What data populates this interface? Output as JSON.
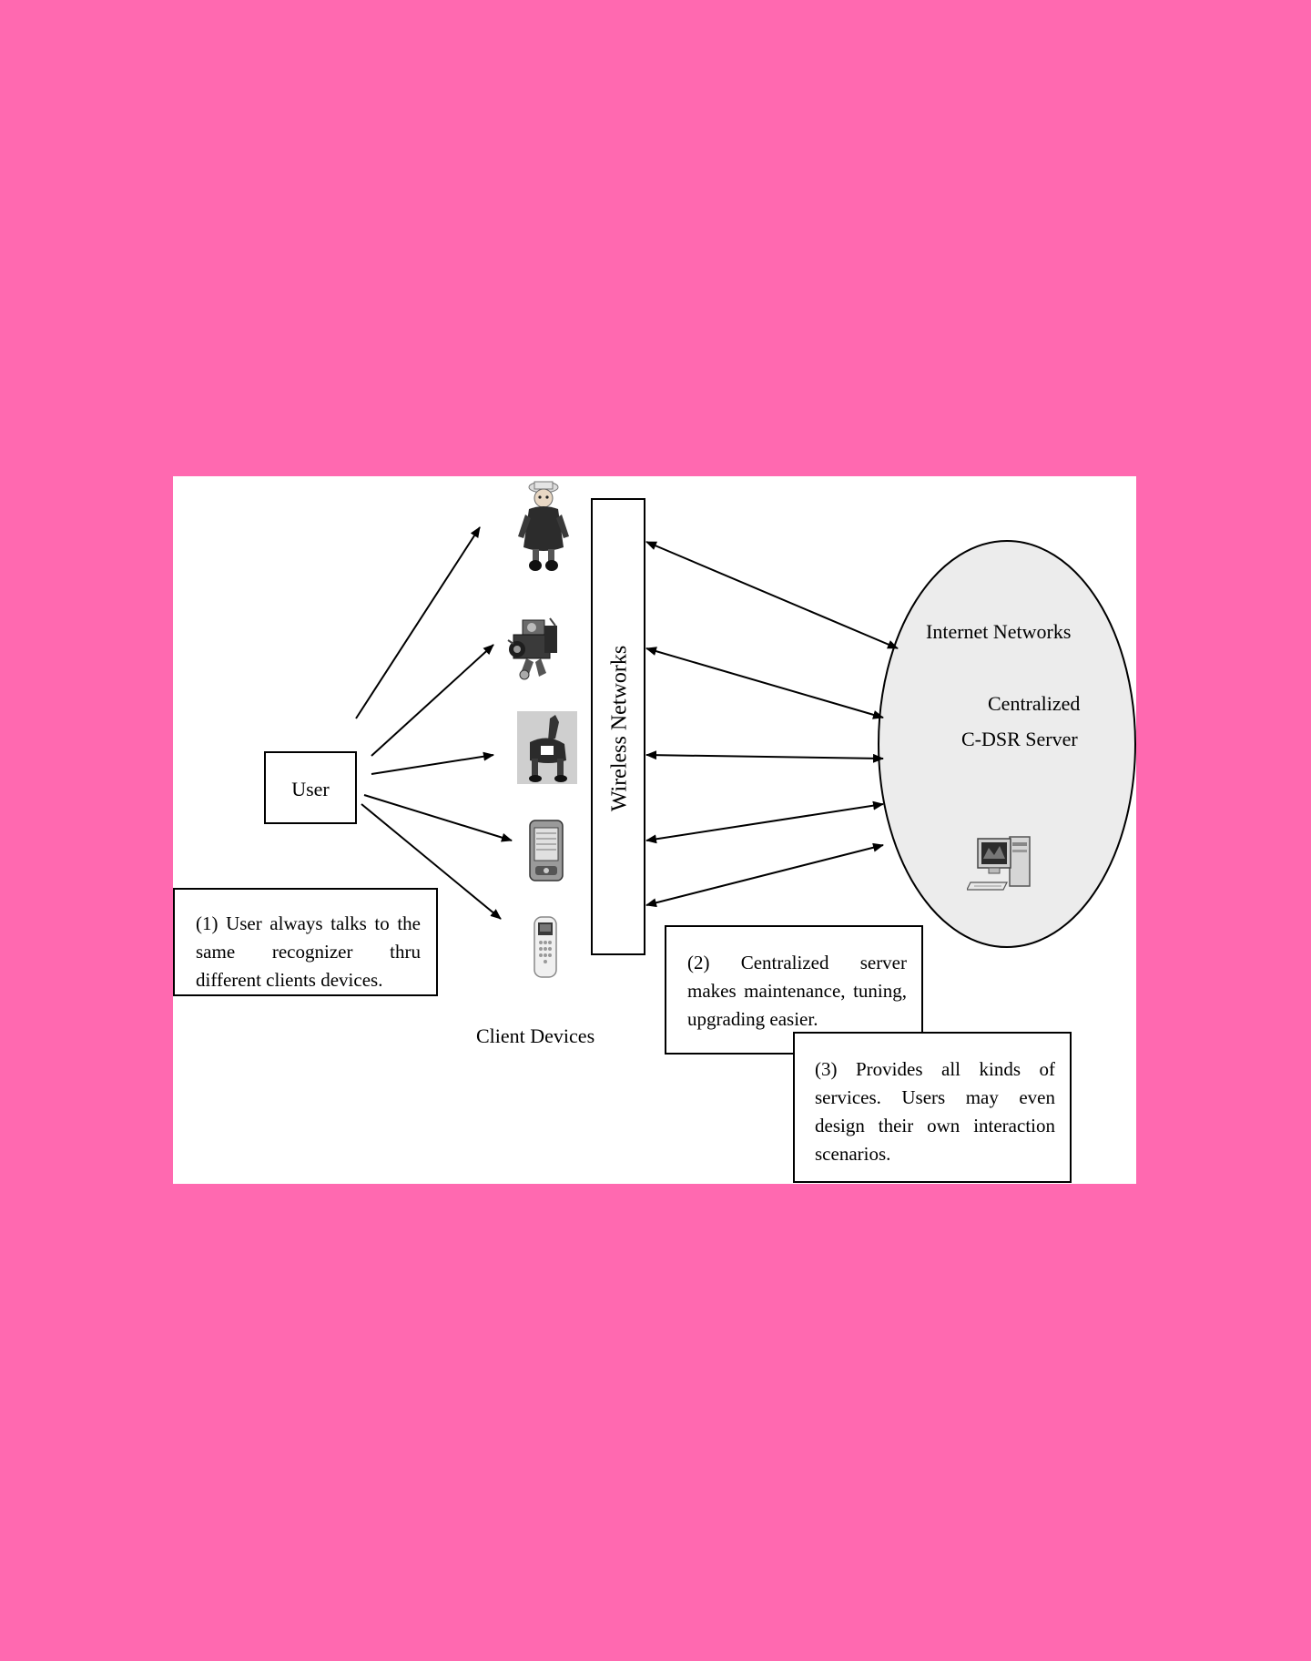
{
  "user_label": "User",
  "wireless_label": "Wireless Networks",
  "client_devices_label": "Client Devices",
  "server": {
    "internet_label": "Internet Networks",
    "line1": "Centralized",
    "line2": "C-DSR Server",
    "icon": "desktop-computer-icon"
  },
  "notes": {
    "note1": "(1) User always talks to the same recognizer thru different clients devices.",
    "note2": "(2) Centralized server makes maintenance, tuning, upgrading easier.",
    "note3": "(3) Provides all kinds of services. Users may even design their own interaction scenarios."
  },
  "devices": [
    {
      "icon": "humanoid-robot-icon"
    },
    {
      "icon": "lego-robot-icon"
    },
    {
      "icon": "robot-dog-icon"
    },
    {
      "icon": "pda-icon"
    },
    {
      "icon": "mobile-phone-icon"
    }
  ],
  "colors": {
    "page_background": "#ff69b0",
    "canvas_background": "#ffffff",
    "server_fill": "#ececec"
  }
}
